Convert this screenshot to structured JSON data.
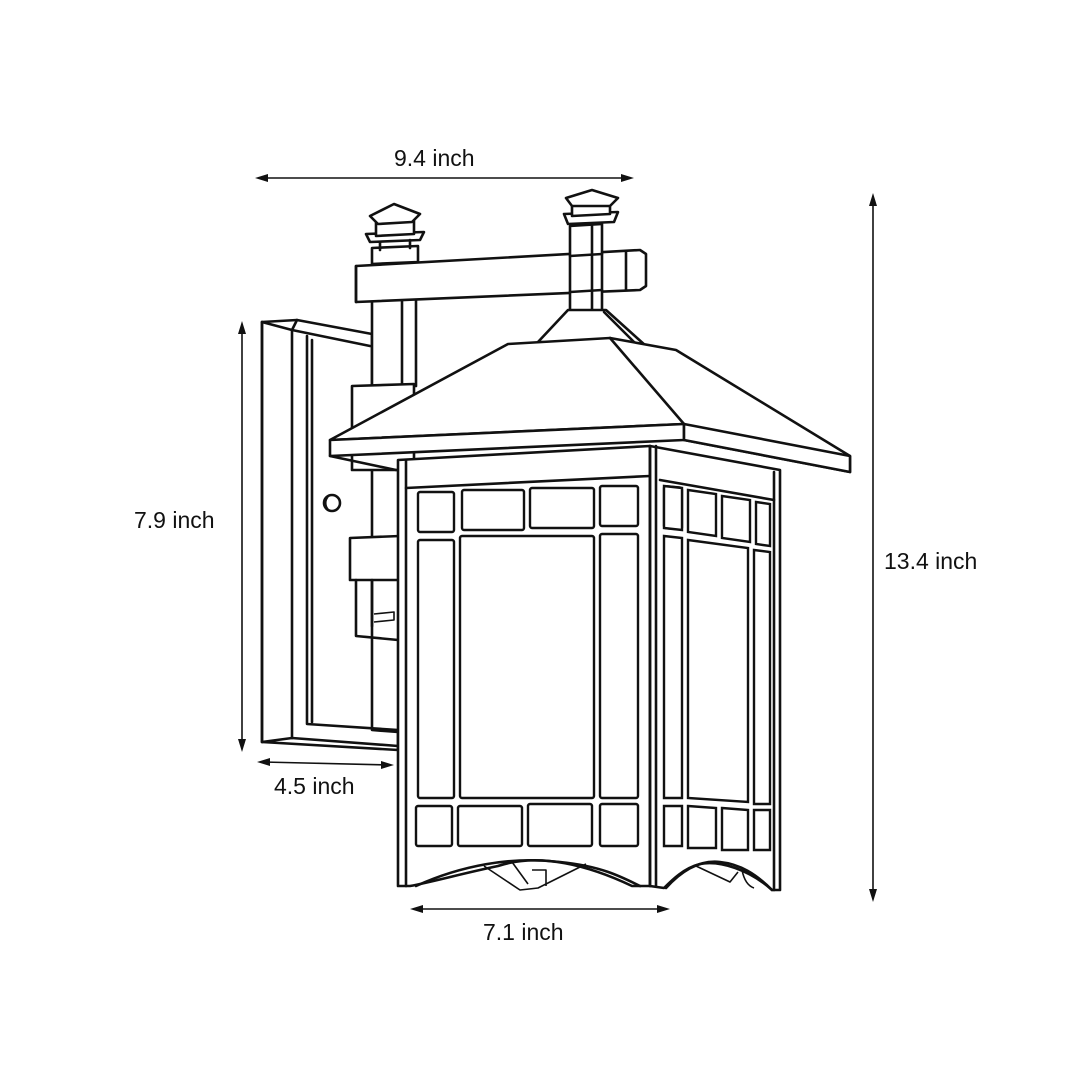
{
  "diagram": {
    "subject": "Outdoor wall lantern (line drawing)",
    "colors": {
      "line": "#111111",
      "background": "#ffffff"
    },
    "dimensions": {
      "overall_width": {
        "label": "9.4 inch",
        "orientation": "horizontal",
        "position": "top"
      },
      "overall_height": {
        "label": "13.4 inch",
        "orientation": "vertical",
        "position": "right"
      },
      "backplate_height": {
        "label": "7.9 inch",
        "orientation": "vertical",
        "position": "left"
      },
      "extension_depth": {
        "label": "4.5 inch",
        "orientation": "horizontal",
        "position": "bottom-left"
      },
      "lantern_width": {
        "label": "7.1 inch",
        "orientation": "horizontal",
        "position": "bottom"
      }
    },
    "parts": [
      "finial-left",
      "finial-right",
      "crossbar-arm",
      "wall-backplate",
      "mounting-screw",
      "roof-canopy",
      "glass-panel-front",
      "glass-panel-side",
      "scalloped-bottom-trim"
    ]
  }
}
